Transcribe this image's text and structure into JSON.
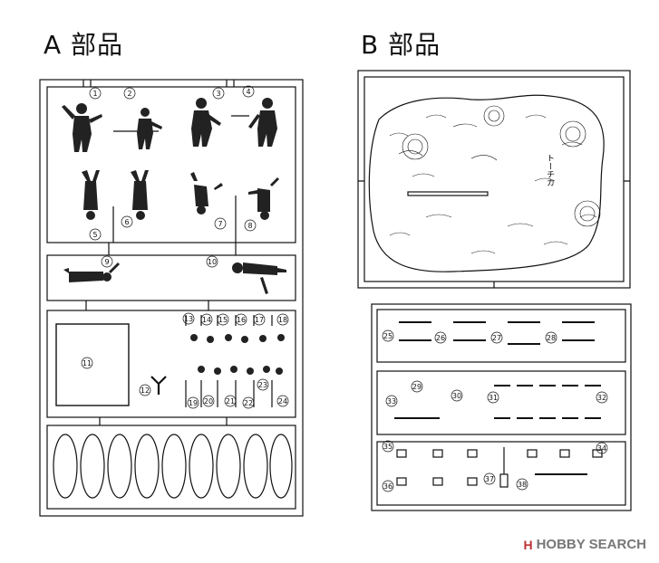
{
  "titles": {
    "a": "A 部品",
    "b": "B 部品"
  },
  "sprue_a": {
    "row1_parts": [
      "1",
      "2",
      "3",
      "4"
    ],
    "row2_parts": [
      "5",
      "6",
      "7",
      "8"
    ],
    "row3_parts": [
      "9",
      "10"
    ],
    "row4_parts": [
      "11",
      "12",
      "13",
      "14",
      "15",
      "16",
      "17",
      "18",
      "19",
      "20",
      "21",
      "22",
      "23",
      "24"
    ],
    "row5_label": ""
  },
  "sprue_b": {
    "base_label": "トーチカ",
    "weapon_parts": [
      "25",
      "26",
      "27",
      "28",
      "29",
      "30",
      "31",
      "32",
      "33",
      "34",
      "35",
      "36",
      "37",
      "38"
    ]
  },
  "watermark": {
    "text": "HOBBY SEARCH",
    "brand_mark": "H"
  }
}
